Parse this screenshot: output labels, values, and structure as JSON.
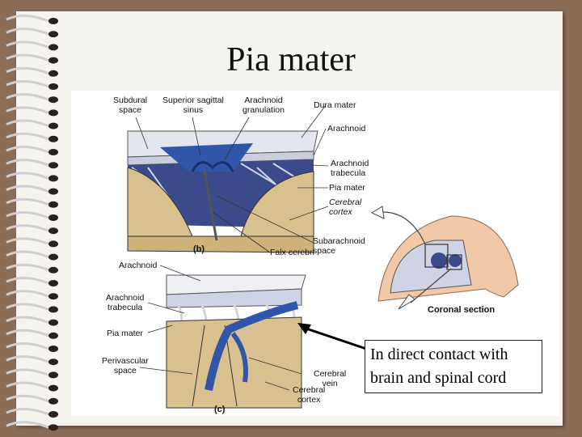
{
  "slide": {
    "title": "Pia mater",
    "callout": "In direct contact with brain and spinal cord"
  },
  "diagram": {
    "labels_b": {
      "subdural_space": "Subdural\nspace",
      "superior_sagittal_sinus": "Superior sagittal\nsinus",
      "arachnoid_granulation": "Arachnoid\ngranulation",
      "dura_mater": "Dura mater",
      "arachnoid": "Arachnoid",
      "arachnoid_trabecula": "Arachnoid\ntrabecula",
      "pia_mater": "Pia mater",
      "cerebral_cortex": "Cerebral\ncortex",
      "subarachnoid_space": "Subarachnoid\nspace",
      "falx_cerebri": "Falx cerebri",
      "panel": "(b)"
    },
    "labels_c": {
      "arachnoid": "Arachnoid",
      "arachnoid_trabecula": "Arachnoid\ntrabecula",
      "pia_mater": "Pia mater",
      "perivascular_space": "Perivascular\nspace",
      "cerebral_vein": "Cerebral\nvein",
      "cerebral_cortex": "Cerebral\ncortex",
      "panel": "(c)"
    },
    "coronal_section": "Coronal section"
  },
  "colors": {
    "background": "#8a6d57",
    "paper": "#f6f4ef",
    "dura": "#d9dce6",
    "vessel": "#2f56a8",
    "cortex": "#d9c18f",
    "brain_pink": "#f2c9a8"
  }
}
